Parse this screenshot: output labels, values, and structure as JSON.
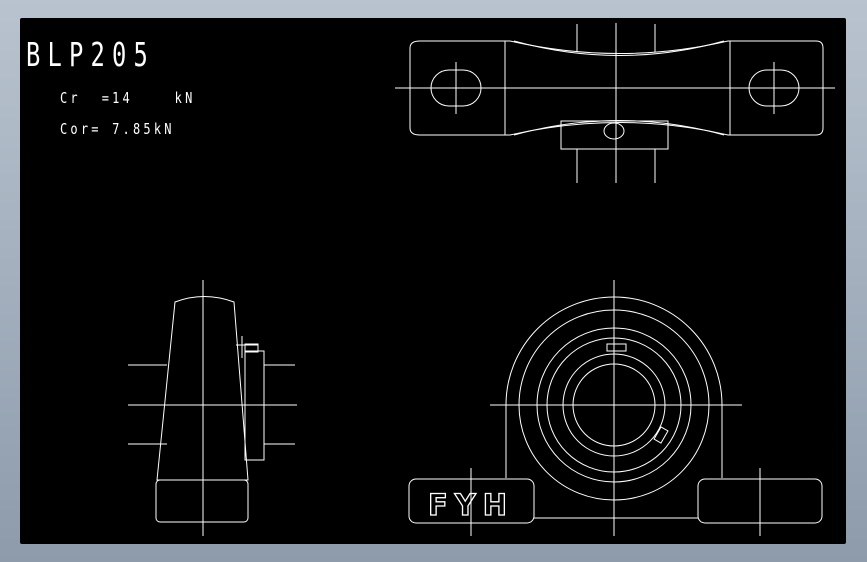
{
  "drawing": {
    "model": "BLP205",
    "cr_rating": "Cr  =14    kN",
    "cor_rating": "Cor= 7.85kN",
    "brand_mark": "FYH",
    "line_color": "#ffffff",
    "background_color": "#000000"
  }
}
